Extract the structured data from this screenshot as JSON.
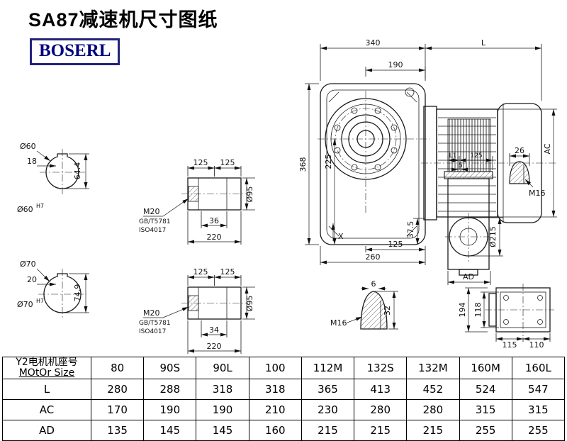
{
  "header": {
    "title": "SA87减速机尺寸图纸",
    "logo_text": "BOSERL"
  },
  "colors": {
    "logo_border": "#23237a",
    "logo_text": "#00007f",
    "line": "#1a1a1a"
  },
  "shaft_end_1": {
    "dia": "Ø60",
    "key_w": "18",
    "key_h": "64.4",
    "bore": "Ø60",
    "bore_tol": "H7"
  },
  "shaft_side_1": {
    "seg_a": "125",
    "seg_b": "125",
    "thread": "M20",
    "std_gb": "GB/T5781",
    "std_iso": "ISO4017",
    "depth": "36",
    "length": "220",
    "dia": "Ø95"
  },
  "shaft_end_2": {
    "dia": "Ø70",
    "key_w": "20",
    "key_h": "74.9",
    "bore": "Ø70",
    "bore_tol": "H7"
  },
  "shaft_side_2": {
    "seg_a": "125",
    "seg_b": "125",
    "thread": "M20",
    "std_gb": "GB/T5781",
    "std_iso": "ISO4017",
    "depth": "34",
    "length": "220",
    "dia": "Ø95"
  },
  "main_view": {
    "width_top": "340",
    "motor_len": "L",
    "dim_190": "190",
    "height": "368",
    "dim_225": "225",
    "dim_37_5": "37.5",
    "dim_125": "125",
    "width_bottom": "260",
    "label_x": "X",
    "motor_dia": "AC"
  },
  "side_view": {
    "dim_l1": "L1",
    "dim_125": "125",
    "dim_5": "5",
    "dim_26": "26",
    "thread": "M16",
    "dia": "Ø215",
    "dim_ad": "AD"
  },
  "key_detail": {
    "dim_6": "6",
    "dim_32": "32",
    "thread": "M16"
  },
  "flange_view": {
    "dim_194": "194",
    "dim_118": "118",
    "dim_115": "115",
    "dim_110": "110"
  },
  "table": {
    "header_cn": "Y2电机机座号",
    "header_en": "MOtOr Size",
    "columns": [
      "80",
      "90S",
      "90L",
      "100",
      "112M",
      "132S",
      "132M",
      "160M",
      "160L"
    ],
    "rows": [
      {
        "label": "L",
        "values": [
          "280",
          "288",
          "318",
          "318",
          "365",
          "413",
          "452",
          "524",
          "547"
        ]
      },
      {
        "label": "AC",
        "values": [
          "170",
          "190",
          "190",
          "210",
          "230",
          "280",
          "280",
          "315",
          "315"
        ]
      },
      {
        "label": "AD",
        "values": [
          "135",
          "145",
          "145",
          "160",
          "215",
          "215",
          "215",
          "255",
          "255"
        ]
      }
    ]
  }
}
